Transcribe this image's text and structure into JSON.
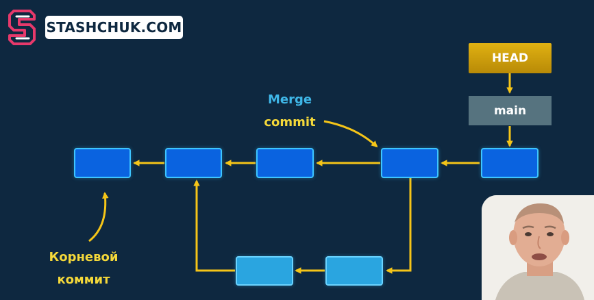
{
  "brand": {
    "name": "STASHCHUK.COM"
  },
  "refs": {
    "head": "HEAD",
    "branch": "main"
  },
  "annotations": {
    "merge_line1": "Merge",
    "merge_line2": "commit",
    "root_line1": "Корневой",
    "root_line2": "коммит"
  },
  "colors": {
    "background": "#0e2840",
    "commit": "#0a63e0",
    "commit_border": "#3ec5ff",
    "branch_commit": "#2aa5e0",
    "arrow": "#f5c518",
    "head": "#d4a20e",
    "main": "#56737f",
    "merge_text": "#3fb7e8",
    "label_text": "#f4d83a"
  }
}
